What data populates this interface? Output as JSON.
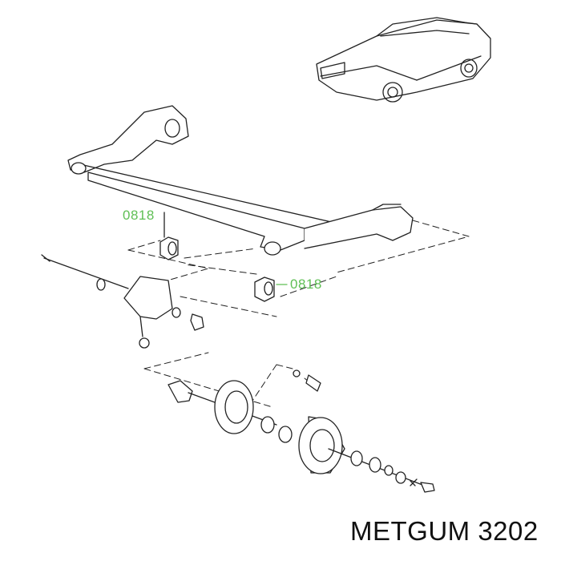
{
  "callouts": [
    {
      "label": "0818"
    },
    {
      "label": "0818"
    }
  ],
  "brand_caption": "METGUM 3202",
  "colors": {
    "callout": "#5fbf55",
    "lines": "#222222"
  }
}
